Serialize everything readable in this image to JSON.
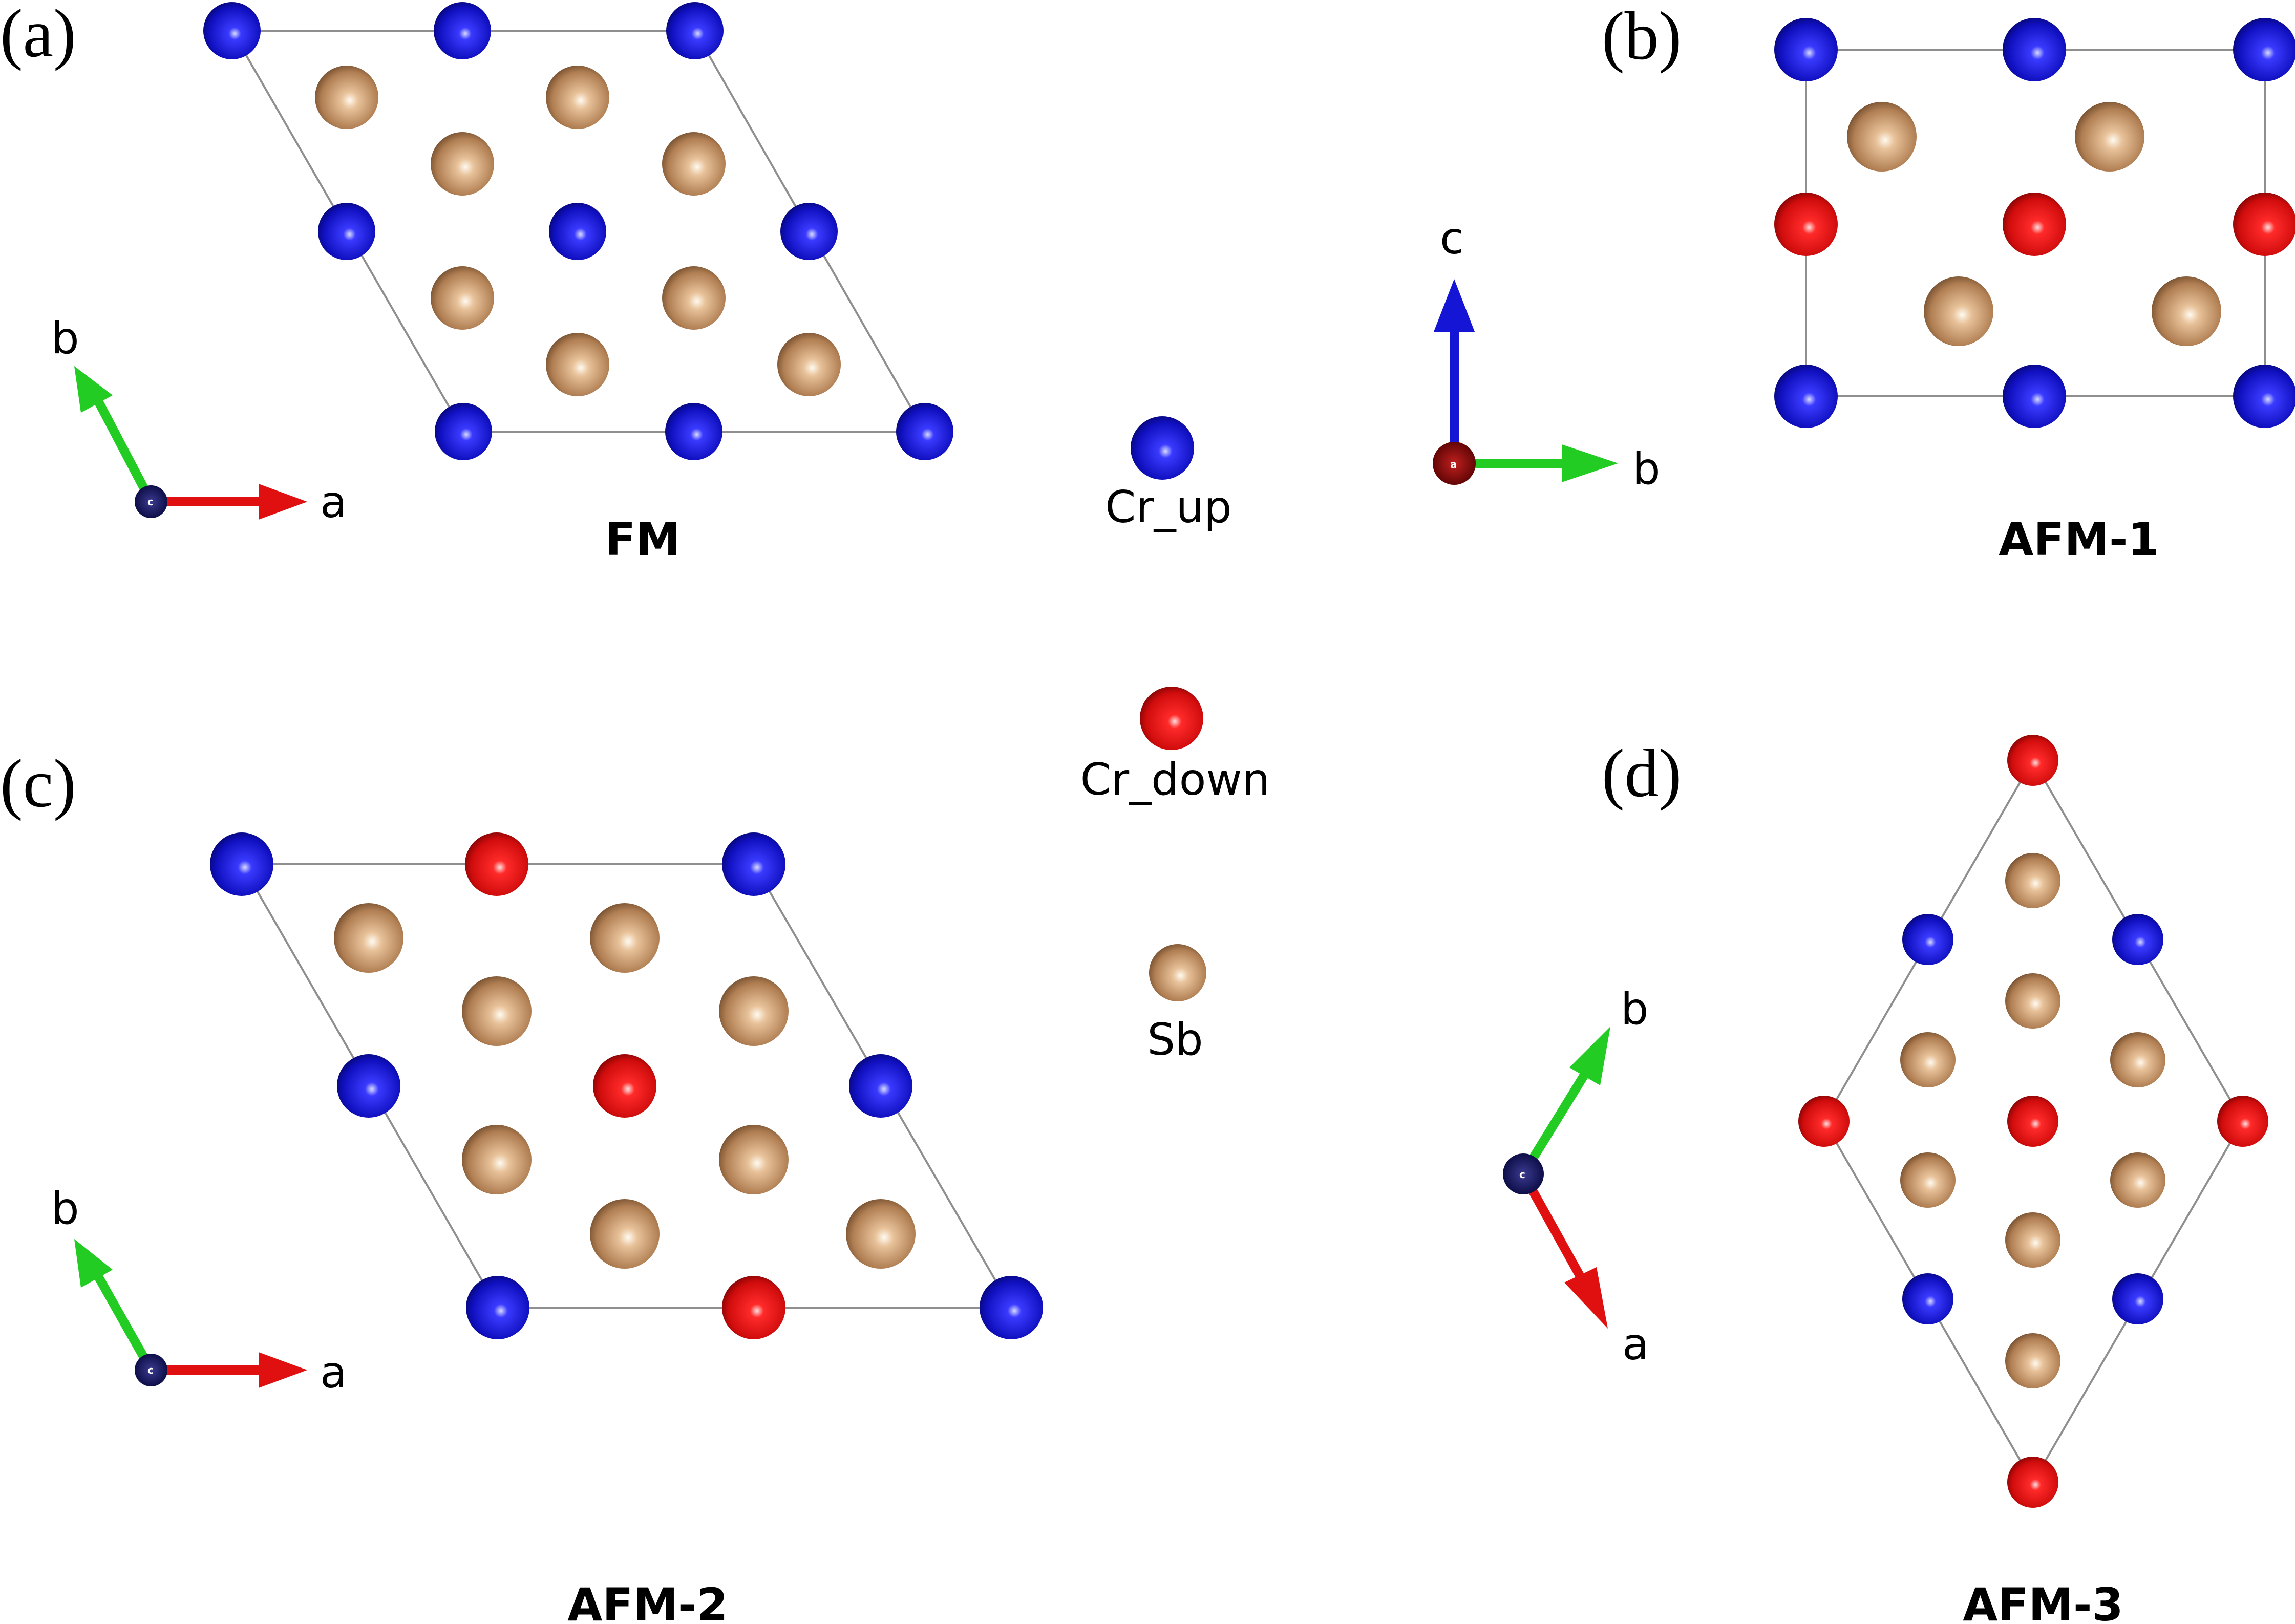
{
  "panels": [
    {
      "id": "a",
      "label": "(a)",
      "caption": "FM"
    },
    {
      "id": "b",
      "label": "(b)",
      "caption": "AFM-1"
    },
    {
      "id": "c",
      "label": "(c)",
      "caption": "AFM-2"
    },
    {
      "id": "d",
      "label": "(d)",
      "caption": "AFM-3"
    }
  ],
  "legend": [
    {
      "label": "Cr_up",
      "color": "#1212c8"
    },
    {
      "label": "Cr_down",
      "color": "#e01010"
    },
    {
      "label": "Sb",
      "color": "#c08a5c"
    }
  ],
  "axes": {
    "a": {
      "x": "a",
      "y": "b",
      "origin": "c"
    },
    "b": {
      "x": "b",
      "y": "c",
      "origin": "a"
    },
    "c": {
      "x": "a",
      "y": "b",
      "origin": "c"
    },
    "d": {
      "x": "a",
      "y": "b",
      "origin": "c"
    }
  },
  "colors": {
    "cr_up": "#1212c8",
    "cr_down": "#e01010",
    "sb": "#c08a5c",
    "x_arrow": "#e01010",
    "y_arrow": "#22cc22",
    "z_arrow": "#1515d5"
  }
}
